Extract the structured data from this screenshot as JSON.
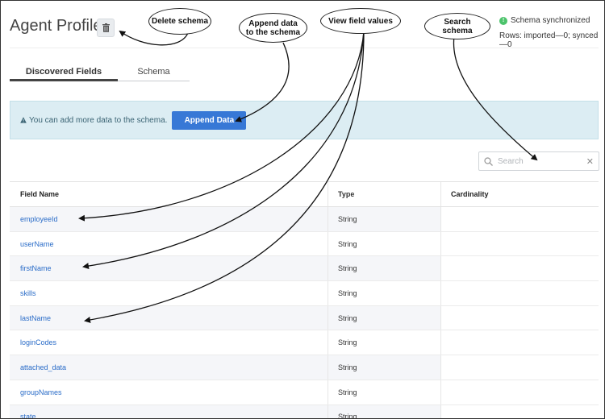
{
  "header": {
    "title": "Agent Profile",
    "status_text": "Schema synchronized",
    "rows_text": "Rows: imported—0; synced—0"
  },
  "tabs": [
    {
      "label": "Discovered Fields",
      "active": true
    },
    {
      "label": "Schema",
      "active": false
    }
  ],
  "banner": {
    "text": "You can add more data to the schema.",
    "button_label": "Append Data"
  },
  "search": {
    "placeholder": "Search",
    "value": ""
  },
  "table": {
    "headers": [
      "Field Name",
      "Type",
      "Cardinality"
    ],
    "rows": [
      {
        "name": "employeeId",
        "type": "String",
        "cardinality": ""
      },
      {
        "name": "userName",
        "type": "String",
        "cardinality": ""
      },
      {
        "name": "firstName",
        "type": "String",
        "cardinality": ""
      },
      {
        "name": "skills",
        "type": "String",
        "cardinality": ""
      },
      {
        "name": "lastName",
        "type": "String",
        "cardinality": ""
      },
      {
        "name": "loginCodes",
        "type": "String",
        "cardinality": ""
      },
      {
        "name": "attached_data",
        "type": "String",
        "cardinality": ""
      },
      {
        "name": "groupNames",
        "type": "String",
        "cardinality": ""
      },
      {
        "name": "state",
        "type": "String",
        "cardinality": ""
      }
    ]
  },
  "callouts": {
    "delete": "Delete schema",
    "append_line1": "Append data",
    "append_line2": "to the schema",
    "view": "View field values",
    "search_line1": "Search",
    "search_line2": "schema"
  },
  "colors": {
    "primary_button": "#3778d6",
    "link": "#2a6cc8",
    "status_ok": "#4cc36b",
    "banner_bg": "#dcedf3"
  },
  "icons": {
    "delete": "trash-icon",
    "status": "check-circle-icon",
    "banner": "warning-icon",
    "search": "search-icon",
    "clear": "close-icon"
  }
}
